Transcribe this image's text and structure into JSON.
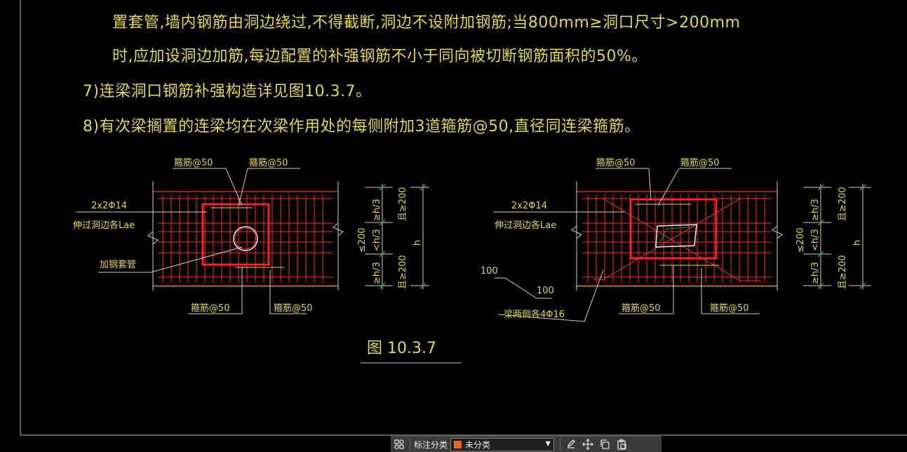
{
  "notes": {
    "line1": "置套管,墙内钢筋由洞边绕过,不得截断,洞边不设附加钢筋;当800mm≥洞口尺寸>200mm",
    "line2": "时,应加设洞边加筋,每边配置的补强钢筋不小于同向被切断钢筋面积的50%。",
    "line3": "7)连梁洞口钢筋补强构造详见图10.3.7。",
    "line4": "8)有次梁搁置的连梁均在次梁作用处的每侧附加3道箍筋@50,直径同连梁箍筋。"
  },
  "left_detail": {
    "stirrup_top_left": "箍筋@50",
    "stirrup_top_right": "箍筋@50",
    "stirrup_bottom_left": "箍筋@50",
    "stirrup_bottom_right": "箍筋@50",
    "bars": "2x2Φ14",
    "anchor": "伸过洞边各Lae",
    "sleeve": "加钢套管",
    "dim_top": "≥h/3",
    "dim_mid": "<h/3",
    "dim_bot": "≥h/3",
    "dim_le200": "≤200",
    "dim_ge200_top": "且≥200",
    "dim_ge200_bot": "且≥200",
    "dim_h": "h"
  },
  "right_detail": {
    "stirrup_top_left": "箍筋@50",
    "stirrup_top_right": "箍筋@50",
    "stirrup_bottom_left": "箍筋@50",
    "stirrup_bottom_right": "箍筋@50",
    "bars": "2x2Φ14",
    "anchor": "伸过洞边各Lae",
    "side_bars": "梁两侧各4Φ16",
    "dim_100a": "100",
    "dim_100b": "100",
    "dim_top": "≥h/3",
    "dim_mid": "<h/3",
    "dim_bot": "≥h/3",
    "dim_le200": "≤200",
    "dim_ge200_top": "且≥200",
    "dim_ge200_bot": "且≥200",
    "dim_h": "h"
  },
  "figure_caption": "图 10.3.7",
  "toolbar": {
    "label": "标注分类",
    "selected": "未分类",
    "swatch_color": "#e8641e"
  },
  "colors": {
    "rebar": "#ff2a2a",
    "outline": "#ff3030",
    "text": "#e6d84a",
    "leader": "#cfcfcf",
    "ground": "#1f9e3c",
    "border": "#c8c8c8"
  }
}
